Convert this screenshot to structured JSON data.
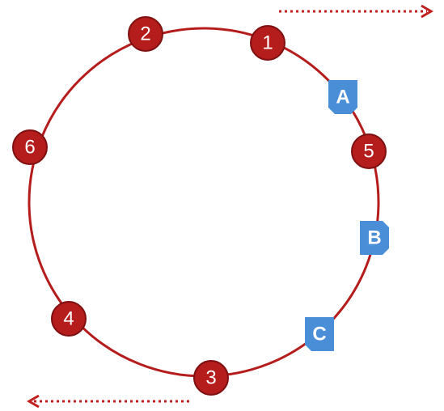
{
  "colors": {
    "ring": "#b51c1c",
    "node_fill": "#b51c1c",
    "node_stroke": "#7d1010",
    "key_fill": "#4a8ed8",
    "arrow": "#c02020",
    "label": "#ffffff"
  },
  "nodes": [
    {
      "label": "1"
    },
    {
      "label": "2"
    },
    {
      "label": "6"
    },
    {
      "label": "4"
    },
    {
      "label": "3"
    },
    {
      "label": "5"
    }
  ],
  "keys": [
    {
      "label": "A"
    },
    {
      "label": "B"
    },
    {
      "label": "C"
    }
  ],
  "arrows": [
    {
      "direction": "right"
    },
    {
      "direction": "left"
    }
  ]
}
